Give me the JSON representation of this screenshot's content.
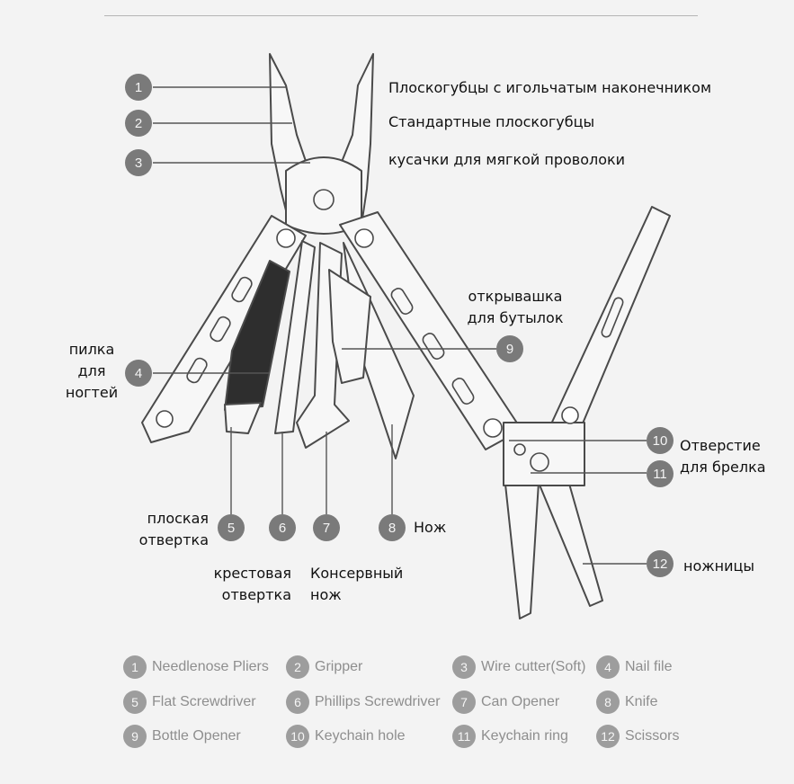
{
  "callouts": [
    {
      "n": "1",
      "label": "Плоскогубцы с игольчатым наконечником"
    },
    {
      "n": "2",
      "label": "Стандартные плоскогубцы"
    },
    {
      "n": "3",
      "label": "кусачки для мягкой проволоки"
    },
    {
      "n": "4",
      "label": "пилка\nдля\nногтей"
    },
    {
      "n": "5",
      "label": "плоская\nотвертка"
    },
    {
      "n": "6",
      "label": "крестовая\nотвертка"
    },
    {
      "n": "7",
      "label": "Консервный\nнож"
    },
    {
      "n": "8",
      "label": "Нож"
    },
    {
      "n": "9",
      "label": "открывашка\nдля бутылок"
    },
    {
      "n": "10",
      "label": "Отверстие\nдля брелка"
    },
    {
      "n": "11",
      "label": ""
    },
    {
      "n": "12",
      "label": "ножницы"
    }
  ],
  "legend": [
    {
      "n": "1",
      "text": "Needlenose Pliers"
    },
    {
      "n": "2",
      "text": "Gripper"
    },
    {
      "n": "3",
      "text": "Wire cutter(Soft)"
    },
    {
      "n": "4",
      "text": "Nail file"
    },
    {
      "n": "5",
      "text": "Flat Screwdriver"
    },
    {
      "n": "6",
      "text": "Phillips Screwdriver"
    },
    {
      "n": "7",
      "text": "Can Opener"
    },
    {
      "n": "8",
      "text": "Knife"
    },
    {
      "n": "9",
      "text": "Bottle Opener"
    },
    {
      "n": "10",
      "text": "Keychain hole"
    },
    {
      "n": "11",
      "text": "Keychain ring"
    },
    {
      "n": "12",
      "text": "Scissors"
    }
  ],
  "colors": {
    "badge": "#7a7a7a",
    "legend_badge": "#9d9d9d",
    "legend_text": "#8e8e8e",
    "outline": "#4a4a4a",
    "file_dark": "#2e2e2e"
  }
}
